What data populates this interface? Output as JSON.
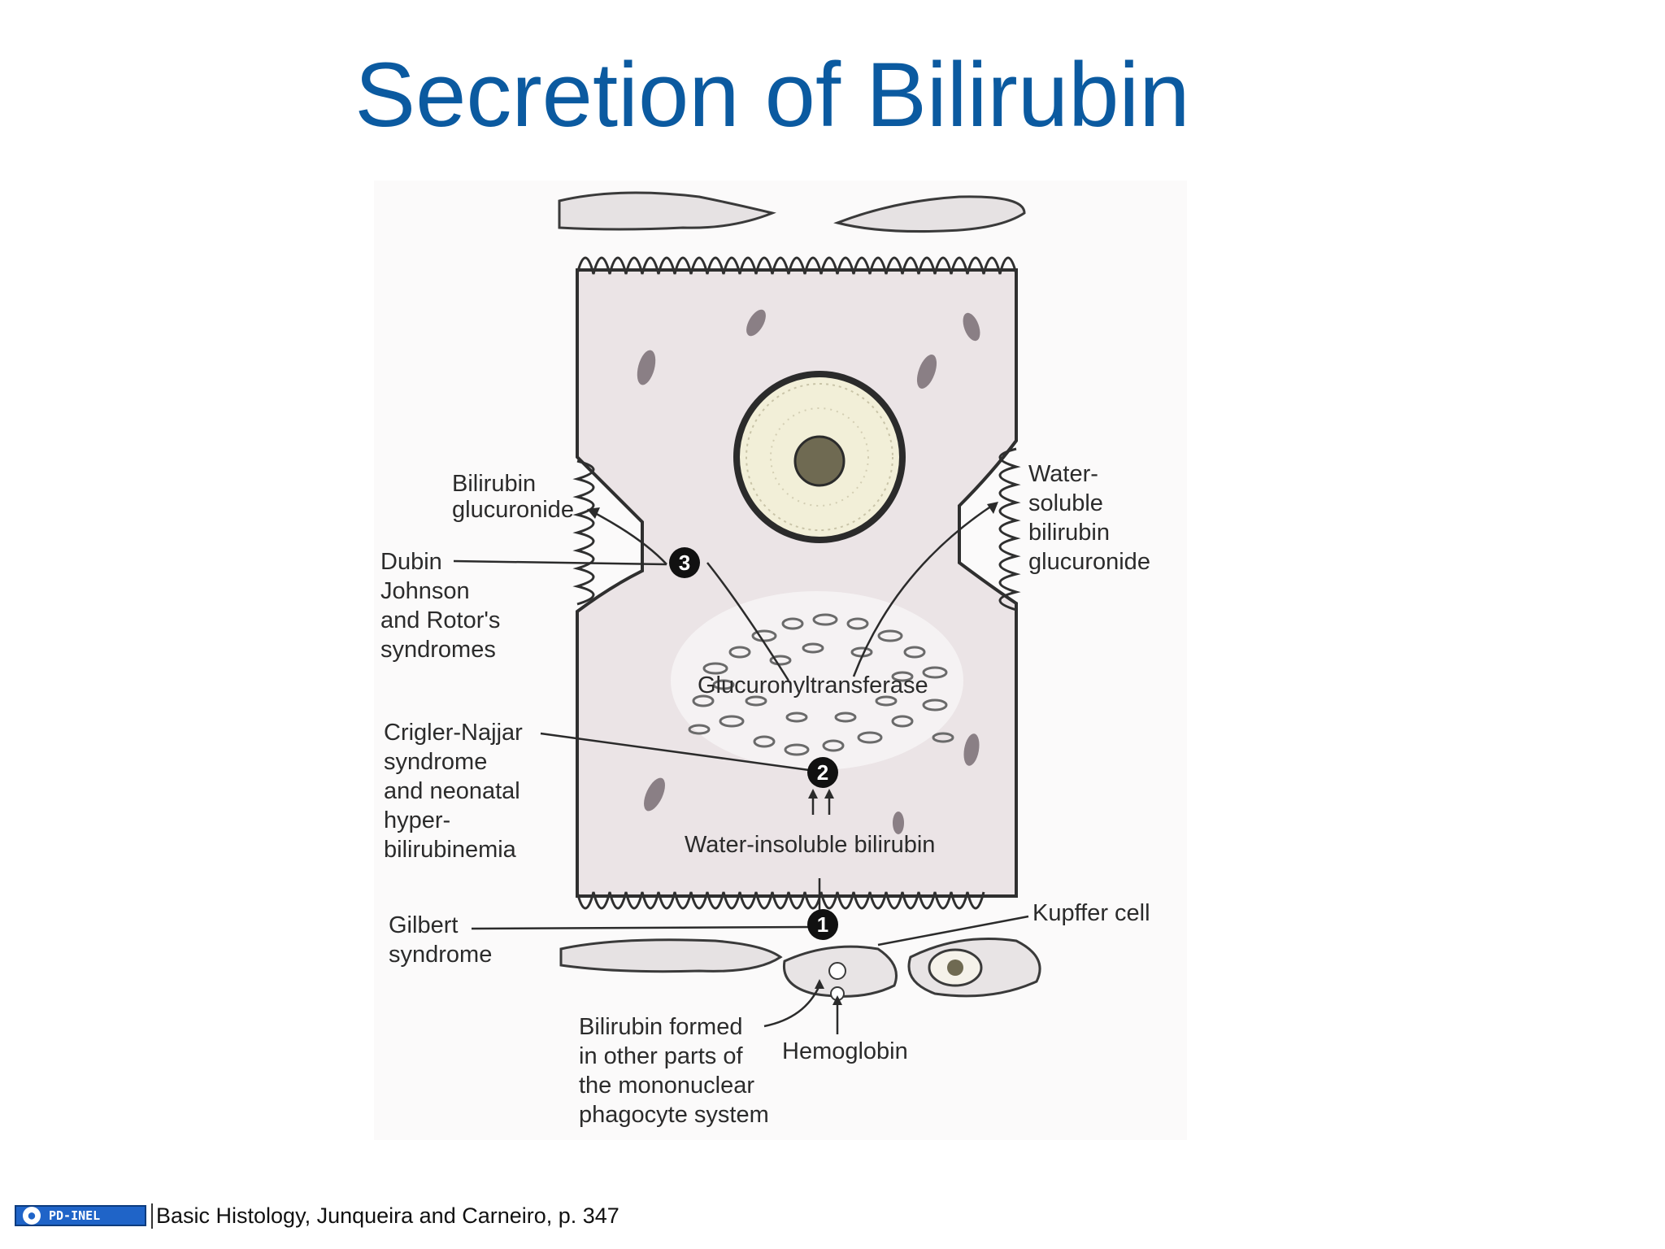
{
  "title": "Secretion of Bilirubin",
  "figure": {
    "labels": {
      "bilirubin_glucuronide": [
        "Bilirubin",
        "glucuronide"
      ],
      "water_soluble": [
        "Water-",
        "soluble",
        "bilirubin",
        "glucuronide"
      ],
      "dubin_johnson": [
        "Dubin",
        "Johnson",
        "and Rotor's",
        "syndromes"
      ],
      "glucuronyltransferase": "Glucuronyltransferase",
      "crigler_najjar": [
        "Crigler-Najjar",
        "syndrome",
        "and neonatal",
        "hyper-",
        "bilirubinemia"
      ],
      "water_insoluble": "Water-insoluble bilirubin",
      "gilbert": [
        "Gilbert",
        "syndrome"
      ],
      "kupffer": "Kupffer cell",
      "bilirubin_formed": [
        "Bilirubin formed",
        "in other parts of",
        "the mononuclear",
        "phagocyte system"
      ],
      "hemoglobin": "Hemoglobin"
    },
    "steps": [
      "1",
      "2",
      "3"
    ]
  },
  "footer": {
    "badge": "PD-INEL",
    "citation": "Basic Histology, Junqueira and Carneiro,  p. 347"
  },
  "colors": {
    "title": "#0b5aa0",
    "cytoplasm": "#ebe4e6",
    "nucleus": "#f2efd8",
    "ink": "#2b2b2b"
  }
}
